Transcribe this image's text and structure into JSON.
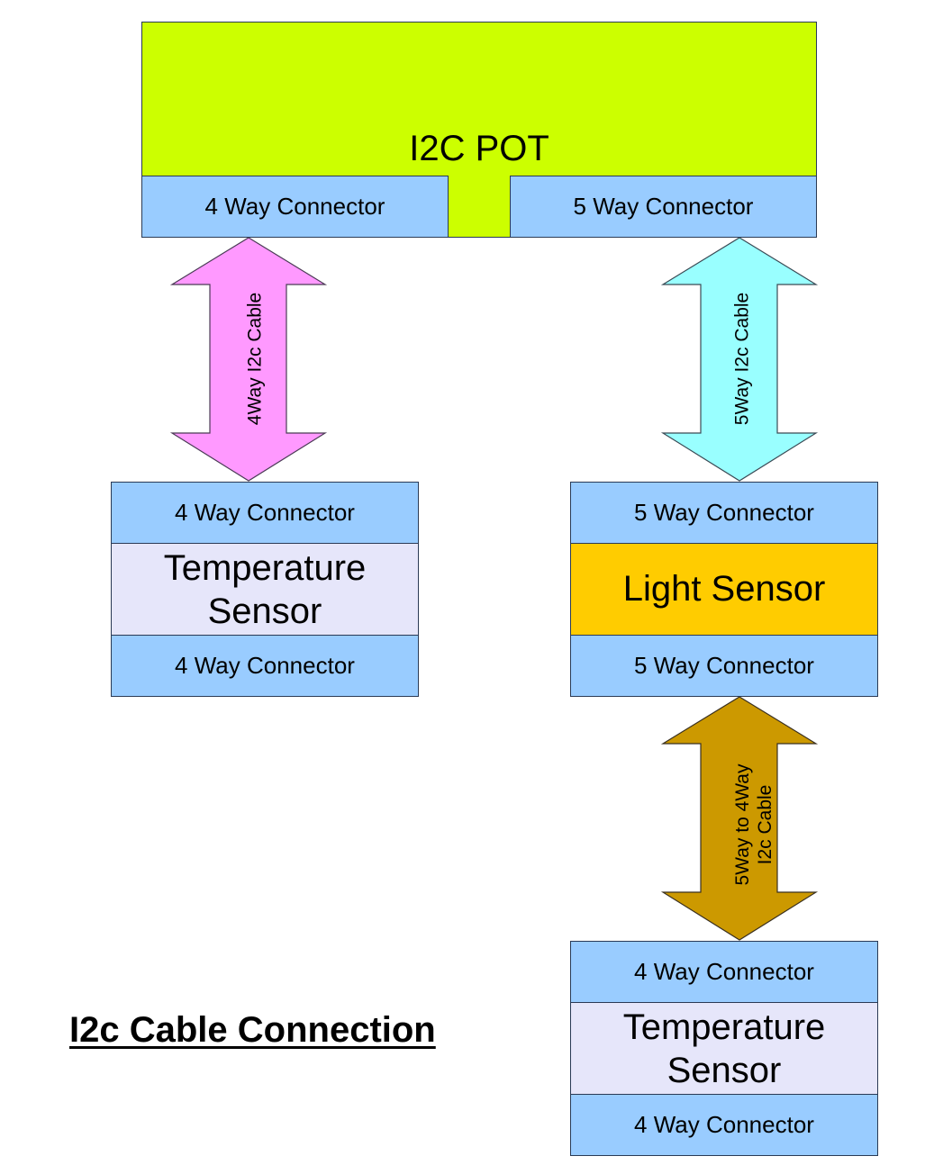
{
  "pot": {
    "title": "I2C POT",
    "color": "#ccff00",
    "left_connector": "4 Way Connector",
    "right_connector": "5 Way Connector"
  },
  "cables": [
    {
      "id": "left",
      "label": "4Way I2c Cable",
      "color": "#ff99ff"
    },
    {
      "id": "right-top",
      "label": "5Way I2c Cable",
      "color": "#99ffff"
    },
    {
      "id": "right-bottom",
      "label_line1": "5Way to 4Way",
      "label_line2": "I2c Cable",
      "color": "#cc9900"
    }
  ],
  "modules": {
    "temp_left": {
      "top_connector": "4 Way Connector",
      "name_line1": "Temperature",
      "name_line2": "Sensor",
      "bottom_connector": "4 Way Connector"
    },
    "light": {
      "top_connector": "5 Way Connector",
      "name": "Light Sensor",
      "color": "#ffcc00",
      "bottom_connector": "5 Way Connector"
    },
    "temp_right": {
      "top_connector": "4 Way Connector",
      "name_line1": "Temperature",
      "name_line2": "Sensor",
      "bottom_connector": "4 Way Connector"
    }
  },
  "caption": "I2c Cable Connection",
  "colors": {
    "connector": "#99ccff",
    "sensor_body": "#e6e6fa"
  }
}
